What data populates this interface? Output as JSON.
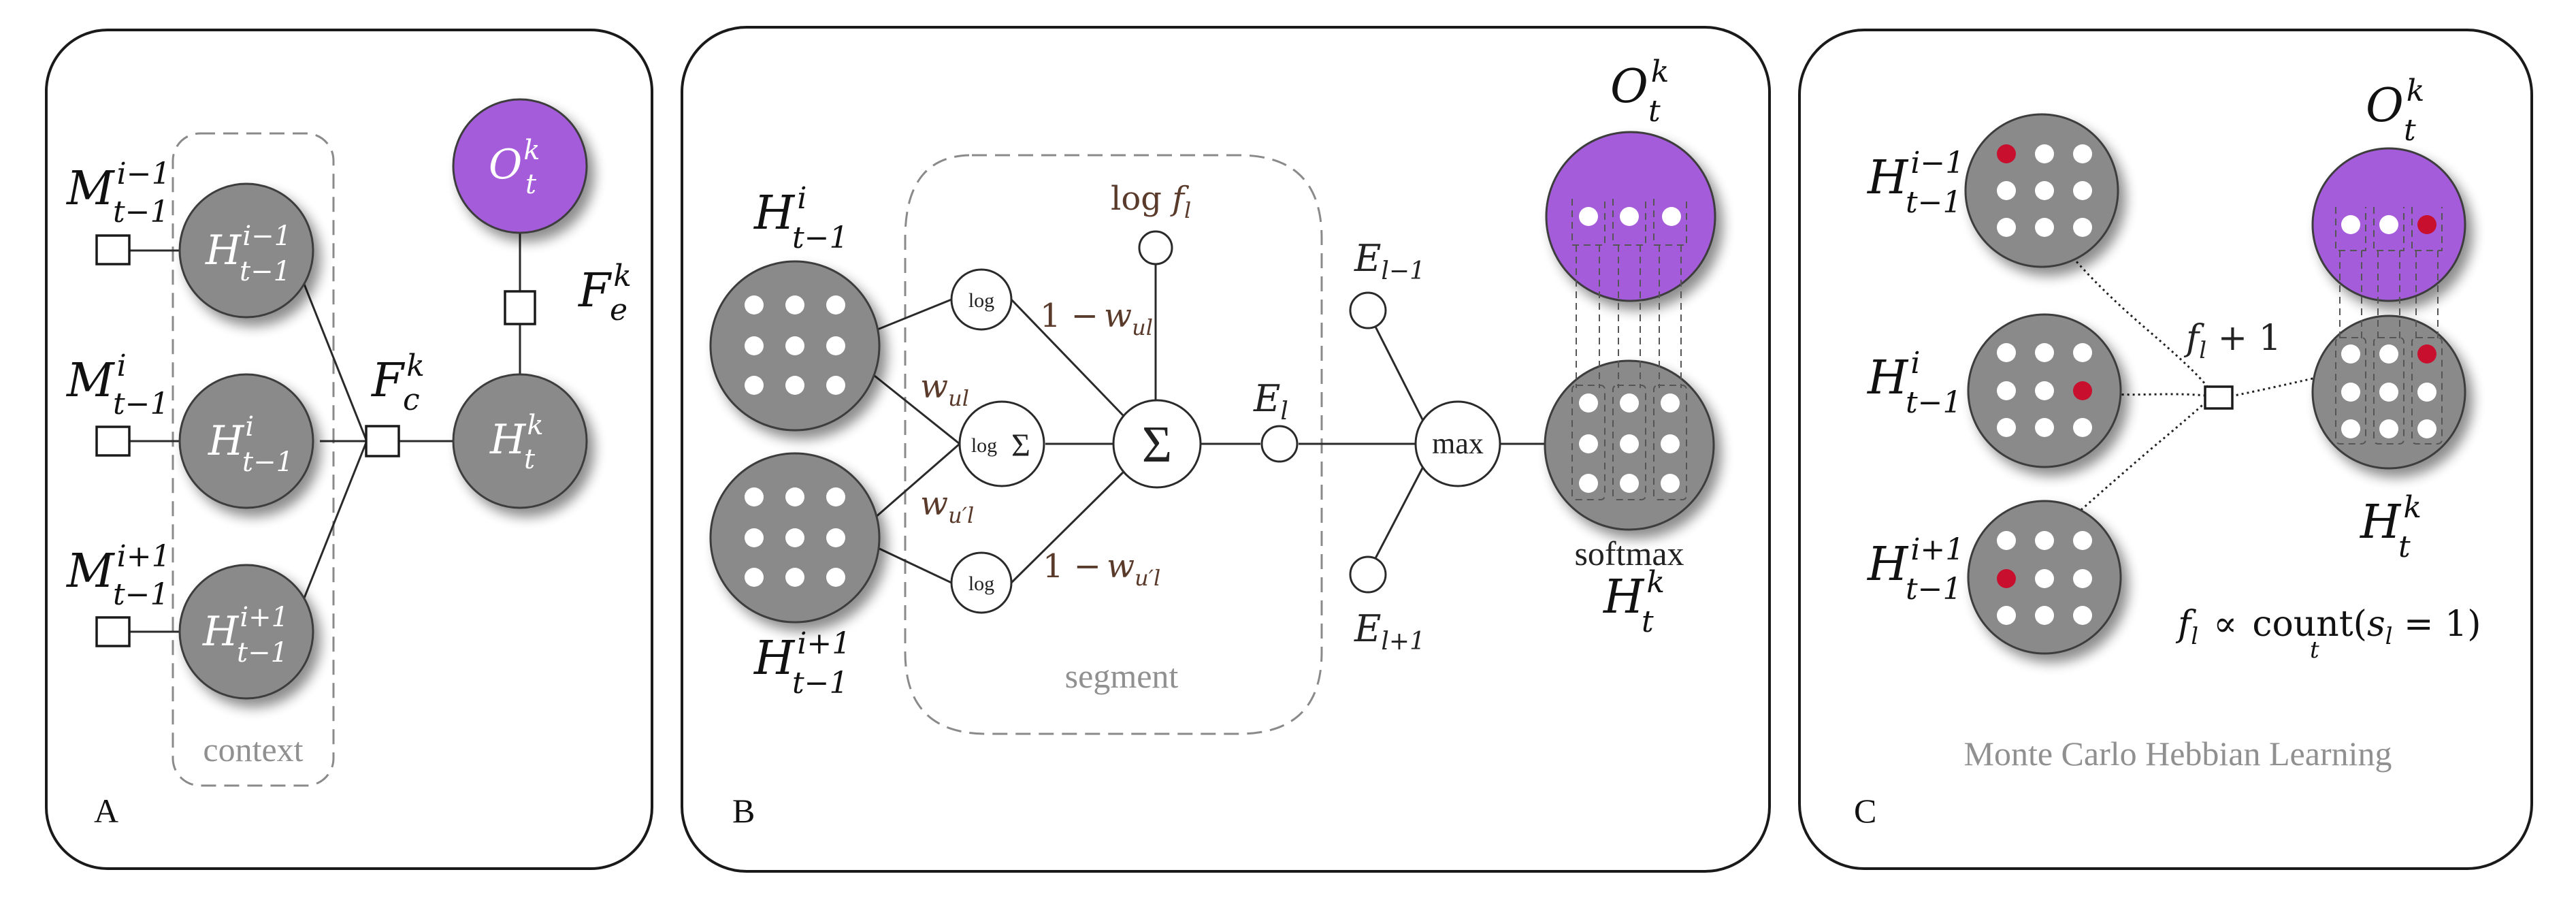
{
  "panels": {
    "a": {
      "letter": "A",
      "group_label": "context",
      "m_labels": [
        {
          "base": "M",
          "sup": "i−1",
          "sub": "t−1"
        },
        {
          "base": "M",
          "sup": "i",
          "sub": "t−1"
        },
        {
          "base": "M",
          "sup": "i+1",
          "sub": "t−1"
        }
      ],
      "h_labels": [
        {
          "base": "H",
          "sup": "i−1",
          "sub": "t−1"
        },
        {
          "base": "H",
          "sup": "i",
          "sub": "t−1"
        },
        {
          "base": "H",
          "sup": "i+1",
          "sub": "t−1"
        }
      ],
      "factor_c": {
        "base": "F",
        "sup": "k",
        "sub": "c"
      },
      "factor_e": {
        "base": "F",
        "sup": "k",
        "sub": "e"
      },
      "h_t": {
        "base": "H",
        "sup": "k",
        "sub": "t"
      },
      "o_t": {
        "base": "O",
        "sup": "k",
        "sub": "t"
      }
    },
    "b": {
      "letter": "B",
      "group_label": "segment",
      "h_top": {
        "base": "H",
        "sup": "i",
        "sub": "t−1"
      },
      "h_bottom": {
        "base": "H",
        "sup": "i+1",
        "sub": "t−1"
      },
      "log_label": "log",
      "log_sum_label": "log",
      "sum_symbol": "Σ",
      "log_f": {
        "text": "log ",
        "var": "f",
        "sub": "l"
      },
      "one_minus": "1 −",
      "w_ul": {
        "var": "w",
        "sub": "ul"
      },
      "w_u_l": {
        "var": "w",
        "sub": "u′l"
      },
      "e_top": {
        "base": "E",
        "sub": "l−1"
      },
      "e_mid": {
        "base": "E",
        "sub": "l"
      },
      "e_bot": {
        "base": "E",
        "sub": "l+1"
      },
      "max_label": "max",
      "softmax_label": "softmax",
      "h_t": {
        "base": "H",
        "sup": "k",
        "sub": "t"
      },
      "o_t": {
        "base": "O",
        "sup": "k",
        "sub": "t"
      }
    },
    "c": {
      "letter": "C",
      "h_labels": [
        {
          "base": "H",
          "sup": "i−1",
          "sub": "t−1"
        },
        {
          "base": "H",
          "sup": "i",
          "sub": "t−1"
        },
        {
          "base": "H",
          "sup": "i+1",
          "sub": "t−1"
        }
      ],
      "o_t": {
        "base": "O",
        "sup": "k",
        "sub": "t"
      },
      "h_t": {
        "base": "H",
        "sup": "k",
        "sub": "t"
      },
      "f_update": {
        "var": "f",
        "sub": "l",
        "rest": " + 1"
      },
      "proportional": {
        "var": "f",
        "sub": "l",
        "rel": "∝",
        "fn": "count",
        "fn_sub": "t",
        "arg_open": "(",
        "arg_var": "s",
        "arg_sub": "l",
        "arg_rest": " = 1)"
      },
      "caption": "Monte Carlo Hebbian Learning"
    }
  },
  "colors": {
    "grey_node": "#8a8a8a",
    "purple_node": "#a45bdb",
    "red_dot": "#c8102e",
    "weight_text": "#5a3a2a",
    "label_grey": "#909090"
  }
}
